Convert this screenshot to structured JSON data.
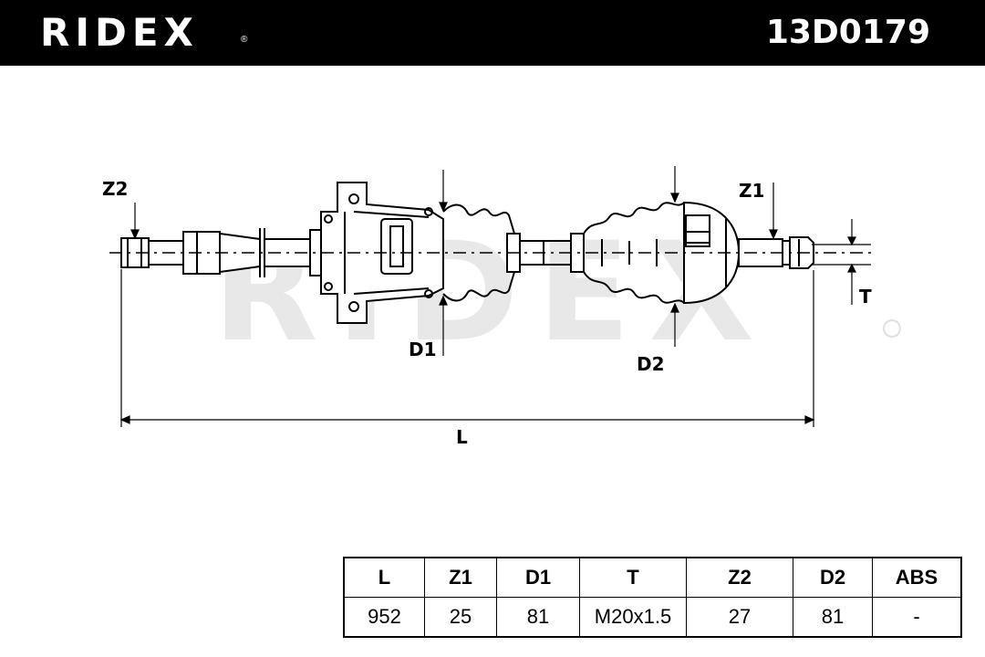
{
  "brand": "RIDEX",
  "brand_mark": "®",
  "part_number": "13D0179",
  "watermark": "RIDEX",
  "labels": {
    "z2": "Z2",
    "z1": "Z1",
    "d1": "D1",
    "d2": "D2",
    "t": "T",
    "l": "L"
  },
  "spec_table": {
    "headers": [
      "L",
      "Z1",
      "D1",
      "T",
      "Z2",
      "D2",
      "ABS"
    ],
    "values": [
      "952",
      "25",
      "81",
      "M20x1.5",
      "27",
      "81",
      "-"
    ]
  }
}
